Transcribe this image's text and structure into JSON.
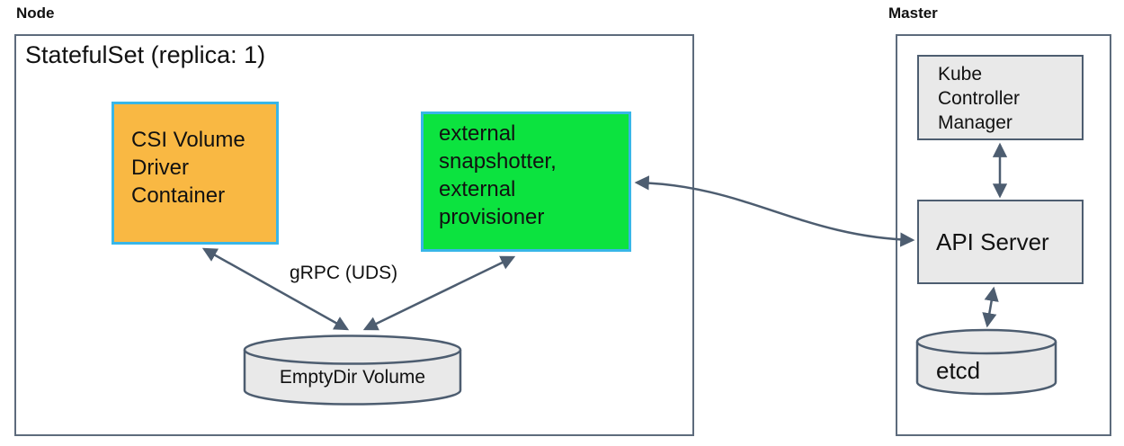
{
  "node": {
    "label": "Node",
    "statefulset_title": "StatefulSet (replica: 1)",
    "csi_container_lines": [
      "CSI Volume",
      "Driver",
      "Container"
    ],
    "sidecar_lines": [
      "external",
      "snapshotter,",
      "external",
      "provisioner"
    ],
    "grpc_label": "gRPC (UDS)",
    "emptydir_label": "EmptyDir Volume"
  },
  "master": {
    "label": "Master",
    "kcm_lines": [
      "Kube",
      "Controller",
      "Manager"
    ],
    "api_server_label": "API Server",
    "etcd_label": "etcd"
  },
  "colors": {
    "csi_box_fill": "#f9b843",
    "sidecar_box_fill": "#0ce33f",
    "pod_border_cyan": "#38b6e8",
    "gray_fill": "#e9e9e9",
    "arrow_slate": "#4d5d70",
    "outer_border_slate": "#5d6b7c",
    "text": "#111111"
  }
}
